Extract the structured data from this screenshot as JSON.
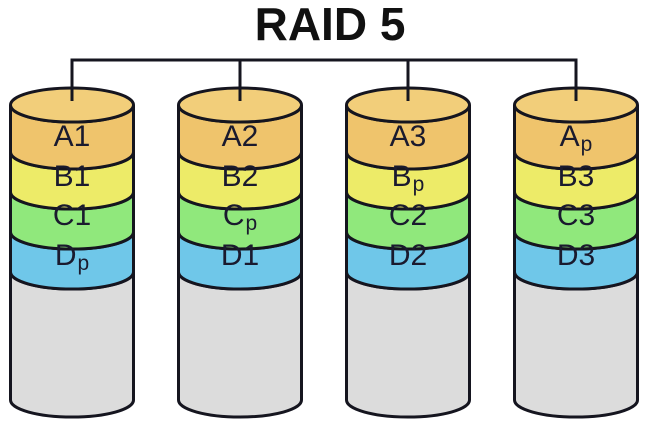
{
  "title": "RAID 5",
  "colors": {
    "background": "#ffffff",
    "outline": "#15151f",
    "connector": "#15151f",
    "label_text": "#1a1a2e",
    "title_text": "#111111",
    "disk_top_face": "#f2ce7a",
    "disk_body": "#dcdcdc",
    "bands": [
      "#efc46c",
      "#edeb68",
      "#90e87c",
      "#6fc7e9"
    ]
  },
  "disks": [
    {
      "blocks": [
        {
          "base": "A1",
          "sub": ""
        },
        {
          "base": "B1",
          "sub": ""
        },
        {
          "base": "C1",
          "sub": ""
        },
        {
          "base": "D",
          "sub": "p"
        }
      ]
    },
    {
      "blocks": [
        {
          "base": "A2",
          "sub": ""
        },
        {
          "base": "B2",
          "sub": ""
        },
        {
          "base": "C",
          "sub": "p"
        },
        {
          "base": "D1",
          "sub": ""
        }
      ]
    },
    {
      "blocks": [
        {
          "base": "A3",
          "sub": ""
        },
        {
          "base": "B",
          "sub": "p"
        },
        {
          "base": "C2",
          "sub": ""
        },
        {
          "base": "D2",
          "sub": ""
        }
      ]
    },
    {
      "blocks": [
        {
          "base": "A",
          "sub": "p"
        },
        {
          "base": "B3",
          "sub": ""
        },
        {
          "base": "C3",
          "sub": ""
        },
        {
          "base": "D3",
          "sub": ""
        }
      ]
    }
  ]
}
